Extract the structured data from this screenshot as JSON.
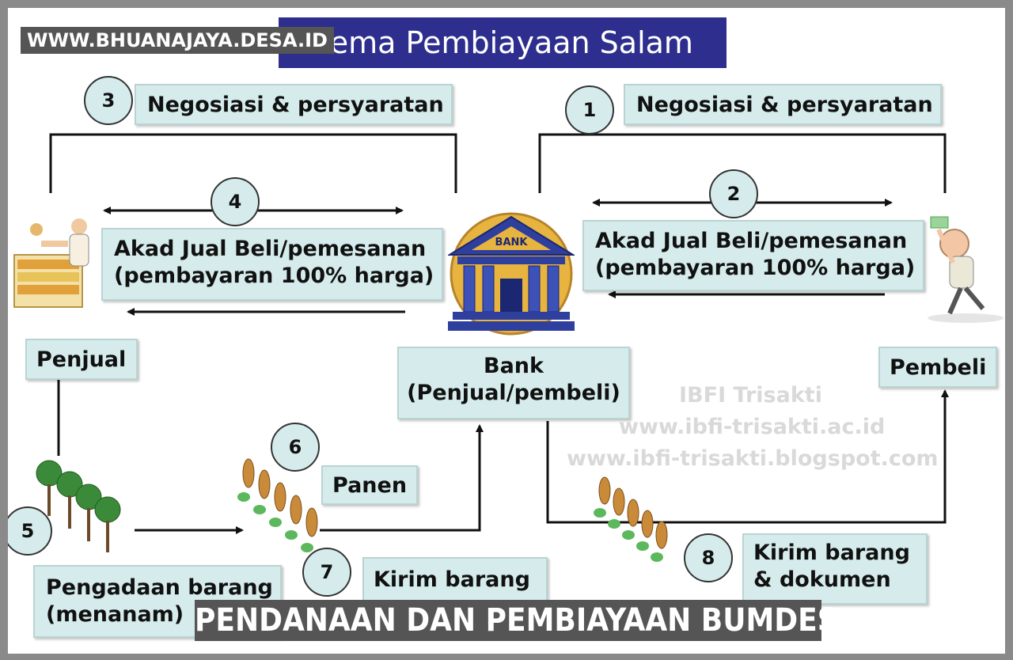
{
  "site_label": "WWW.BHUANAJAYA.DESA.ID",
  "title": "Skema Pembiayaan Salam",
  "caption": "PENDANAAN DAN PEMBIAYAAN BUMDES",
  "steps": {
    "s1": {
      "number": "1",
      "label": "Negosiasi & persyaratan"
    },
    "s2": {
      "number": "2",
      "label_line1": "Akad Jual Beli/pemesanan",
      "label_line2": "(pembayaran 100% harga)"
    },
    "s3": {
      "number": "3",
      "label": "Negosiasi & persyaratan"
    },
    "s4": {
      "number": "4",
      "label_line1": "Akad Jual Beli/pemesanan",
      "label_line2": "(pembayaran 100% harga)"
    },
    "s5": {
      "number": "5",
      "label_line1": "Pengadaan barang",
      "label_line2": "(menanam)"
    },
    "s6": {
      "number": "6",
      "label": "Panen"
    },
    "s7": {
      "number": "7",
      "label": "Kirim barang"
    },
    "s8": {
      "number": "8",
      "label_line1": "Kirim barang",
      "label_line2": "& dokumen"
    }
  },
  "actors": {
    "penjual": "Penjual",
    "pembeli": "Pembeli",
    "bank_line1": "Bank",
    "bank_line2": "(Penjual/pembeli)",
    "bank_sign": "BANK"
  },
  "watermark": {
    "line1": "IBFI Trisakti",
    "line2": "www.ibfi-trisakti.ac.id",
    "line3": "www.ibfi-trisakti.blogspot.com"
  },
  "colors": {
    "box_fill": "#d6ecec",
    "title_bg": "#2e2e8e",
    "bank_blue": "#2e3f9e",
    "bank_gold": "#e8b440"
  }
}
